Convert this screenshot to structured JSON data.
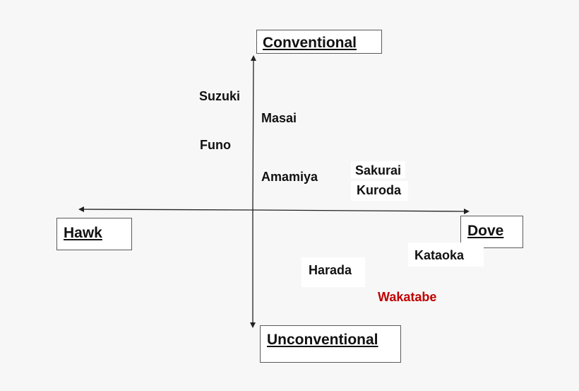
{
  "axes": {
    "top": "Conventional",
    "bottom": "Unconventional",
    "left": "Hawk",
    "right": "Dove"
  },
  "names": {
    "suzuki": "Suzuki",
    "masai": "Masai",
    "funo": "Funo",
    "amamiya": "Amamiya",
    "sakurai": "Sakurai",
    "kuroda": "Kuroda",
    "kataoka": "Kataoka",
    "harada": "Harada",
    "wakatabe": "Wakatabe"
  },
  "colors": {
    "text": "#111111",
    "highlight": "#c00000",
    "axis_line": "#222222",
    "background": "#f7f7f7"
  }
}
